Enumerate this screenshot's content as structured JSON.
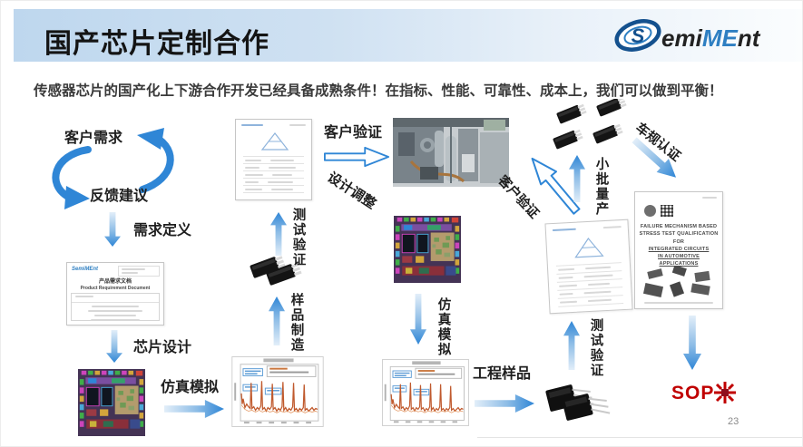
{
  "header": {
    "title": "国产芯片定制合作"
  },
  "logo": {
    "name": "SemiMEnt",
    "s": "S",
    "part1": "emi",
    "part2": "ME",
    "part3": "nt"
  },
  "subtitle": "传感器芯片的国产化上下游合作开发已经具备成熟条件！在指标、性能、可靠性、成本上，我们可以做到平衡！",
  "flow": {
    "customer_needs": "客户需求",
    "feedback": "反馈建议",
    "requirement_def": "需求定义",
    "chip_design": "芯片设计",
    "simulation_1": "仿真模拟",
    "sample_mfg": "样品制造",
    "test_verify_1": "测试验证",
    "customer_verify_1": "客户验证",
    "design_adjust": "设计调整",
    "simulation_2": "仿真模拟",
    "eng_sample": "工程样品",
    "test_verify_2": "测试验证",
    "customer_verify_2": "客户验证",
    "small_batch": "小批量产",
    "auto_cert": "车规认证"
  },
  "documents": {
    "prd": {
      "title_cn": "产品需求文档",
      "title_en": "Product Requirement Document"
    },
    "aec": {
      "lines": [
        "FAILURE MECHANISM BASED",
        "STRESS TEST QUALIFICATION",
        "FOR",
        "INTEGRATED CIRCUITS",
        "IN AUTOMOTIVE APPLICATIONS"
      ]
    }
  },
  "sop": {
    "label": "SOP"
  },
  "page_number": "23",
  "colors": {
    "arrow_blue": "#2f86d6",
    "accent_blue": "#2e7fc2",
    "header_band": "#bed7ee",
    "sop_red": "#c00000"
  }
}
